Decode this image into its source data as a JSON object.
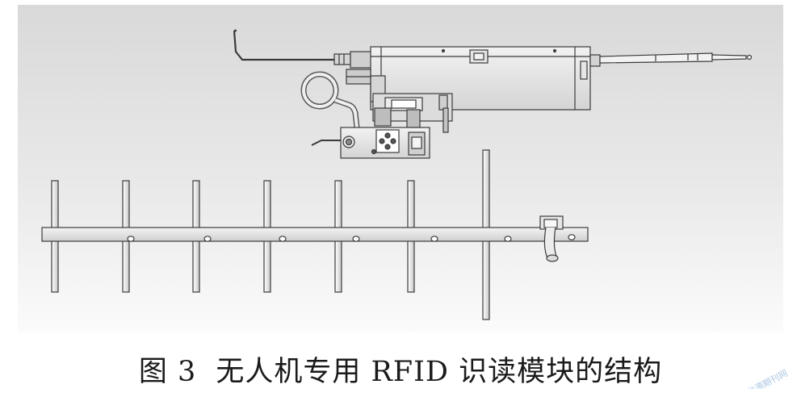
{
  "caption": {
    "figure_label": "图 3",
    "title": "无人机专用 RFID 识读模块的结构"
  },
  "watermark": {
    "text": "龙源期刊网"
  }
}
